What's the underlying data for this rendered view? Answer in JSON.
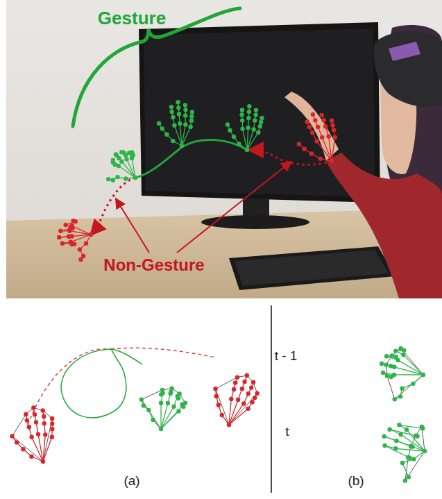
{
  "diagram": {
    "labels": [
      "Gesture",
      "Non-Gesture",
      "t - 1",
      "t",
      "(a)",
      "(b)"
    ]
  }
}
